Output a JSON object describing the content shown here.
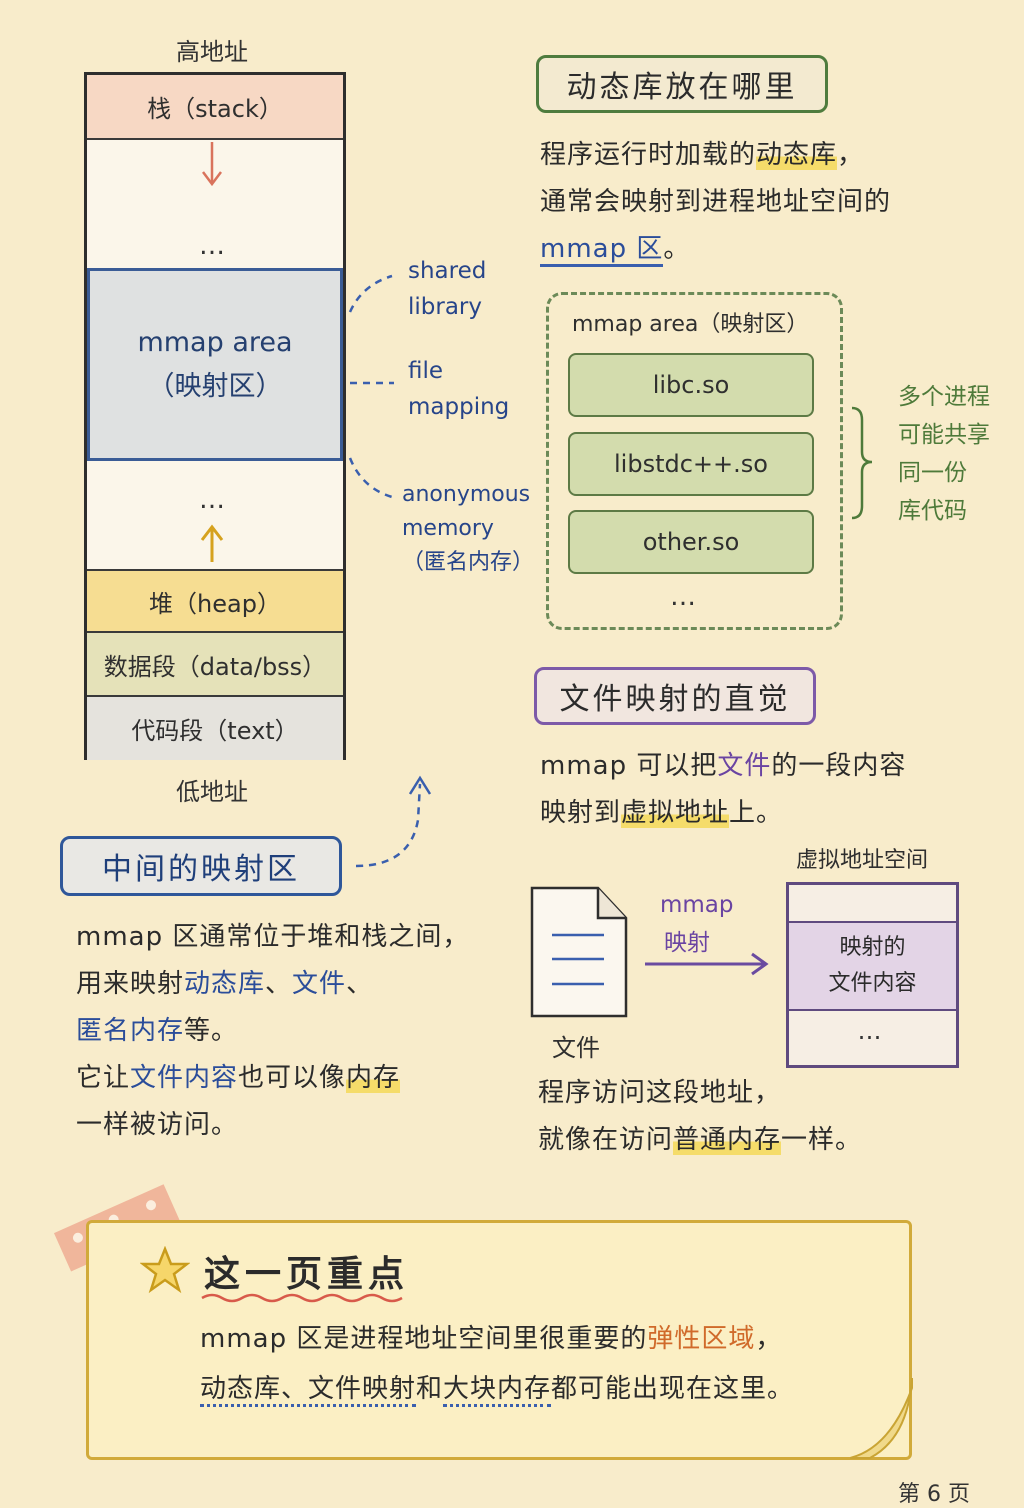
{
  "stack": {
    "high_addr": "高地址",
    "low_addr": "低地址",
    "seg_stack": "栈（stack）",
    "dots_top": "…",
    "mmap_line1": "mmap area",
    "mmap_line2": "（映射区）",
    "dots_bottom": "…",
    "seg_heap": "堆（heap）",
    "seg_data": "数据段（data/bss）",
    "seg_text": "代码段（text）"
  },
  "callouts": {
    "shared_1": "shared",
    "shared_2": "library",
    "file_1": "file",
    "file_2": "mapping",
    "anon_1": "anonymous",
    "anon_2": "memory",
    "anon_3": "（匿名内存）"
  },
  "section_dynlib": {
    "title": "动态库放在哪里",
    "l1_a": "程序运行时加载的",
    "l1_hl": "动态库",
    "l1_b": "，",
    "l2": "通常会映射到进程地址空间的",
    "l3_u": "mmap 区",
    "l3_b": "。",
    "area_label": "mmap area（映射区）",
    "libs": [
      "libc.so",
      "libstdc++.so",
      "other.so"
    ],
    "dots": "…",
    "note_1": "多个进程",
    "note_2": "可能共享",
    "note_3": "同一份",
    "note_4": "库代码"
  },
  "section_filemap": {
    "title": "文件映射的直觉",
    "l1_a": "mmap 可以把",
    "l1_hl": "文件",
    "l1_b": "的一段内容",
    "l2_a": "映射到",
    "l2_hl": "虚拟地址",
    "l2_b": "上。",
    "vas_title": "虚拟地址空间",
    "arrow_1": "mmap",
    "arrow_2": "映射",
    "mapped_1": "映射的",
    "mapped_2": "文件内容",
    "vas_dots": "…",
    "file_label": "文件",
    "p2_l1": "程序访问这段地址，",
    "p2_l2_a": "就像在访问",
    "p2_l2_hl": "普通内存",
    "p2_l2_b": "一样。"
  },
  "section_middle": {
    "title": "中间的映射区",
    "l1": "mmap 区通常位于堆和栈之间，",
    "l2_a": "用来映射",
    "l2_b1": "动态库",
    "l2_sep": "、",
    "l2_b2": "文件",
    "l2_c": "、",
    "l3_a": "匿名内存",
    "l3_b": "等。",
    "l4_a": "它让",
    "l4_blue": "文件内容",
    "l4_b": "也可以像",
    "l4_hl": "内存",
    "l5": "一样被访问。"
  },
  "keypoint": {
    "title": "这一页重点",
    "l1_a": "mmap 区是进程地址空间里很重要的",
    "l1_hl": "弹性区域",
    "l1_b": "，",
    "l2_u1": "动态库、文件映射",
    "l2_mid": "和",
    "l2_u2": "大块内存",
    "l2_b": "都可能出现在这里。"
  },
  "page": {
    "number": "第 6 页"
  },
  "colors": {
    "background": "#f8eccb",
    "mmap_blue": "#3a5c96",
    "lib_green": "#5d7a45",
    "purple": "#7d5aa8",
    "highlight": "#f5dc6a"
  }
}
